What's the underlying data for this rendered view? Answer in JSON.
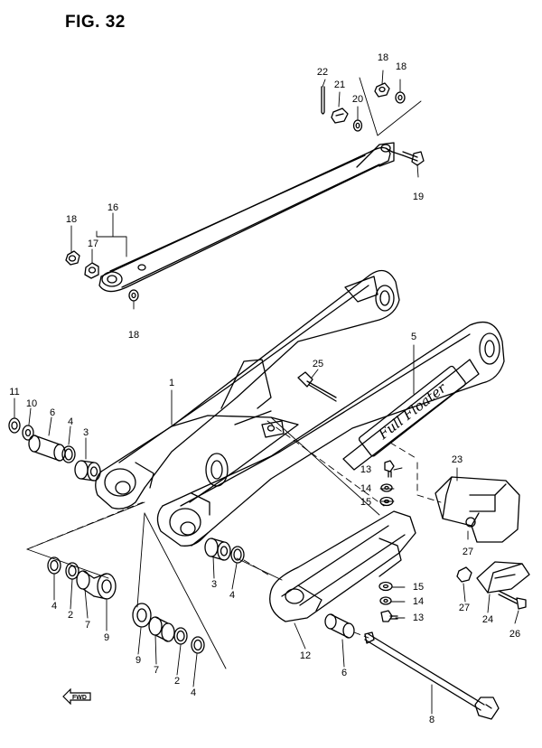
{
  "figure": {
    "title": "FIG. 32"
  },
  "fwd_badge": {
    "text": "FWD"
  },
  "brand_text": "Full Floater",
  "callouts": [
    {
      "id": "c-22",
      "text": "22"
    },
    {
      "id": "c-21",
      "text": "21"
    },
    {
      "id": "c-20",
      "text": "20"
    },
    {
      "id": "c-18a",
      "text": "18"
    },
    {
      "id": "c-18b",
      "text": "18"
    },
    {
      "id": "c-19",
      "text": "19"
    },
    {
      "id": "c-16",
      "text": "16"
    },
    {
      "id": "c-18c",
      "text": "18"
    },
    {
      "id": "c-17",
      "text": "17"
    },
    {
      "id": "c-18d",
      "text": "18"
    },
    {
      "id": "c-5",
      "text": "5"
    },
    {
      "id": "c-25",
      "text": "25"
    },
    {
      "id": "c-1",
      "text": "1"
    },
    {
      "id": "c-11",
      "text": "11"
    },
    {
      "id": "c-10",
      "text": "10"
    },
    {
      "id": "c-6a",
      "text": "6"
    },
    {
      "id": "c-4a",
      "text": "4"
    },
    {
      "id": "c-3a",
      "text": "3"
    },
    {
      "id": "c-23",
      "text": "23"
    },
    {
      "id": "c-13a",
      "text": "13"
    },
    {
      "id": "c-14a",
      "text": "14"
    },
    {
      "id": "c-15a",
      "text": "15"
    },
    {
      "id": "c-27a",
      "text": "27"
    },
    {
      "id": "c-4b",
      "text": "4"
    },
    {
      "id": "c-2a",
      "text": "2"
    },
    {
      "id": "c-7a",
      "text": "7"
    },
    {
      "id": "c-9a",
      "text": "9"
    },
    {
      "id": "c-3b",
      "text": "3"
    },
    {
      "id": "c-4c",
      "text": "4"
    },
    {
      "id": "c-15b",
      "text": "15"
    },
    {
      "id": "c-14b",
      "text": "14"
    },
    {
      "id": "c-13b",
      "text": "13"
    },
    {
      "id": "c-27b",
      "text": "27"
    },
    {
      "id": "c-24",
      "text": "24"
    },
    {
      "id": "c-26",
      "text": "26"
    },
    {
      "id": "c-12",
      "text": "12"
    },
    {
      "id": "c-6b",
      "text": "6"
    },
    {
      "id": "c-9b",
      "text": "9"
    },
    {
      "id": "c-7b",
      "text": "7"
    },
    {
      "id": "c-2b",
      "text": "2"
    },
    {
      "id": "c-4d",
      "text": "4"
    },
    {
      "id": "c-8",
      "text": "8"
    }
  ]
}
